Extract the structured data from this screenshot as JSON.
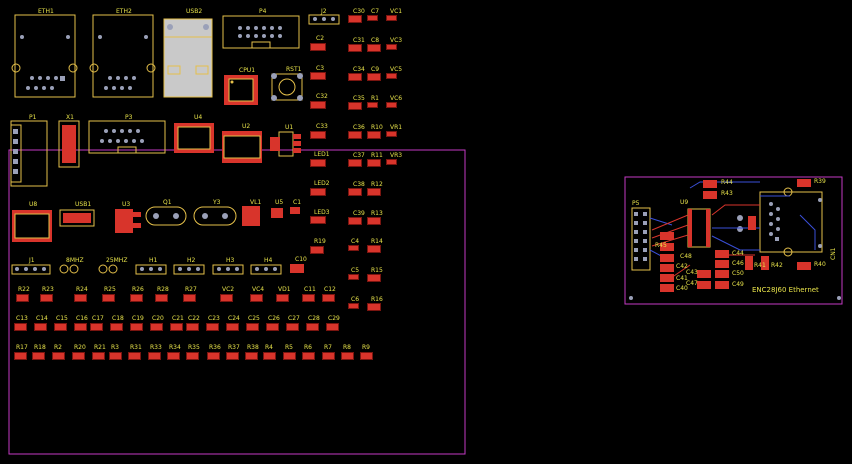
{
  "colors": {
    "background": "#000000",
    "pad": "#d8342b",
    "silk": "#e5c04a",
    "label": "#e8e34a",
    "outline": "#c43ac4",
    "trace": "#3a4fd8",
    "drill": "#9aa0b8"
  },
  "main_components": [
    {
      "id": "eth1",
      "label": "ETH1"
    },
    {
      "id": "eth2",
      "label": "ETH2"
    },
    {
      "id": "usb2",
      "label": "USB2"
    },
    {
      "id": "p4",
      "label": "P4"
    },
    {
      "id": "j2",
      "label": "J2"
    },
    {
      "id": "cpu1",
      "label": "CPU1"
    },
    {
      "id": "rst1",
      "label": "RST1"
    },
    {
      "id": "p1",
      "label": "P1"
    },
    {
      "id": "x1",
      "label": "X1"
    },
    {
      "id": "p3",
      "label": "P3"
    },
    {
      "id": "u4",
      "label": "U4"
    },
    {
      "id": "u2",
      "label": "U2"
    },
    {
      "id": "u1",
      "label": "U1"
    },
    {
      "id": "u8",
      "label": "U8"
    },
    {
      "id": "usb1",
      "label": "USB1"
    },
    {
      "id": "u3",
      "label": "U3"
    },
    {
      "id": "q1",
      "label": "Q1"
    },
    {
      "id": "y3",
      "label": "Y3"
    },
    {
      "id": "vl1",
      "label": "VL1"
    },
    {
      "id": "u5",
      "label": "U5"
    },
    {
      "id": "c1",
      "label": "C1"
    },
    {
      "id": "j1",
      "label": "J1"
    },
    {
      "id": "8mhz",
      "label": "8MHZ"
    },
    {
      "id": "25mhz",
      "label": "25MHZ"
    },
    {
      "id": "h1",
      "label": "H1"
    },
    {
      "id": "h2",
      "label": "H2"
    },
    {
      "id": "h3",
      "label": "H3"
    },
    {
      "id": "h4",
      "label": "H4"
    },
    {
      "id": "c10",
      "label": "C10"
    }
  ],
  "passives": [
    "C2",
    "C3",
    "C32",
    "C33",
    "LED1",
    "LED2",
    "LED3",
    "R19",
    "C30",
    "C7",
    "VC1",
    "C31",
    "C8",
    "VC3",
    "C34",
    "C9",
    "VC5",
    "C35",
    "R1",
    "VC6",
    "C36",
    "R10",
    "VR1",
    "C37",
    "R11",
    "VR3",
    "C38",
    "R12",
    "C39",
    "R13",
    "C4",
    "R14",
    "C5",
    "R15",
    "C6",
    "R16"
  ],
  "row1": [
    "R22",
    "R23",
    "R24",
    "R25",
    "R26",
    "R28",
    "R27",
    "VC2",
    "VC4",
    "VD1",
    "C11",
    "C12"
  ],
  "row2": [
    "C13",
    "C14",
    "C15",
    "C16",
    "C17",
    "C18",
    "C19",
    "C20",
    "C21",
    "C22",
    "C23",
    "C24",
    "C25",
    "C26",
    "C27",
    "C28",
    "C29"
  ],
  "row3": [
    "R17",
    "R18",
    "R2",
    "R20",
    "R21",
    "R3",
    "R31",
    "R33",
    "R34",
    "R35",
    "R36",
    "R37",
    "R38",
    "R4",
    "R5",
    "R6",
    "R7",
    "R8",
    "R9"
  ],
  "enc": {
    "title": "ENC28J60 Ethernet",
    "labels": [
      "R44",
      "R43",
      "R39",
      "P5",
      "U9",
      "R45",
      "C42",
      "C43",
      "C41",
      "C47",
      "C48",
      "C40",
      "C44",
      "C46",
      "C50",
      "C49",
      "R41",
      "R42",
      "R40",
      "CN1"
    ]
  }
}
